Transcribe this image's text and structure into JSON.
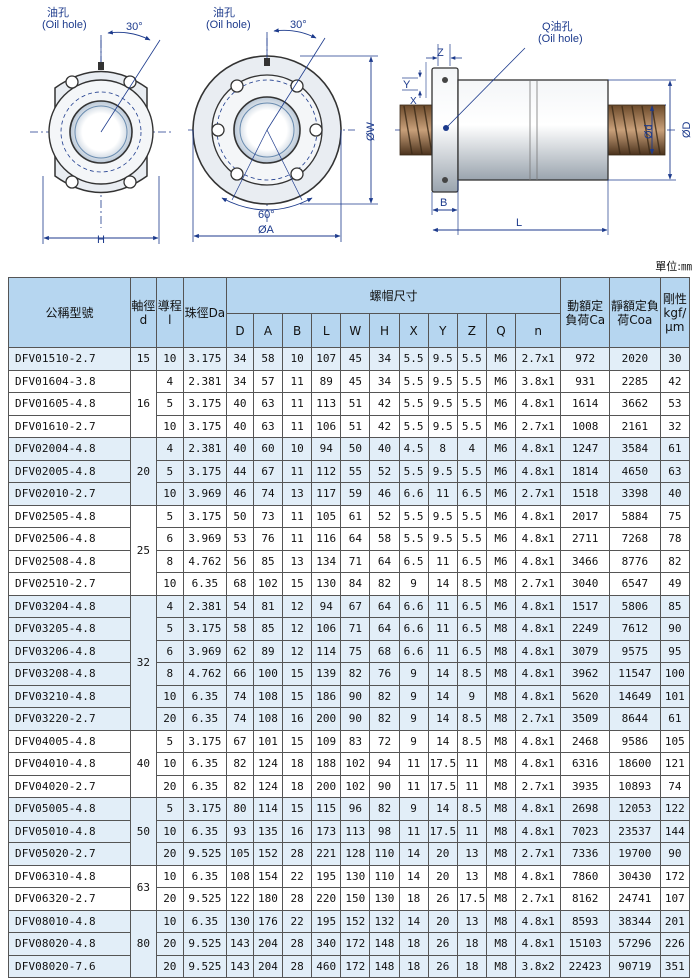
{
  "drawings": {
    "oil_hole_label_1": "油孔",
    "oil_hole_sub_1": "(Oil hole)",
    "oil_hole_label_2": "油孔",
    "oil_hole_sub_2": "(Oil hole)",
    "oil_hole_label_3": "Q油孔",
    "oil_hole_sub_3": "(Oil hole)",
    "angle_1": "30°",
    "angle_2": "30°",
    "angle_3": "60°",
    "dim_H": "H",
    "dim_A": "ØA",
    "dim_W": "ØW",
    "dim_Z": "Z",
    "dim_Y": "Y",
    "dim_X": "X",
    "dim_B": "B",
    "dim_L": "L",
    "dim_d": "Ød",
    "dim_D": "ØD",
    "line_color": "#1c3a8c"
  },
  "unit_label": "單位:㎜",
  "table": {
    "headers": {
      "model": "公稱型號",
      "shaft": "軸徑d",
      "lead": "導程l",
      "ball": "珠徑Da",
      "nut_dims": "螺帽尺寸",
      "dynamic": "動額定負荷Ca",
      "static": "靜額定負荷Coa",
      "rigidity": "剛性kgf/μm",
      "sub": [
        "D",
        "A",
        "B",
        "L",
        "W",
        "H",
        "X",
        "Y",
        "Z",
        "Q",
        "n"
      ]
    },
    "header_color": "#b6d6f0",
    "shade_color": "#e2eef8",
    "rows": [
      [
        "DFV01510-2.7",
        "15",
        "10",
        "3.175",
        "34",
        "58",
        "10",
        "107",
        "45",
        "34",
        "5.5",
        "9.5",
        "5.5",
        "M6",
        "2.7x1",
        "972",
        "2020",
        "30"
      ],
      [
        "DFV01604-3.8",
        "16",
        "4",
        "2.381",
        "34",
        "57",
        "11",
        "89",
        "45",
        "34",
        "5.5",
        "9.5",
        "5.5",
        "M6",
        "3.8x1",
        "931",
        "2285",
        "42"
      ],
      [
        "DFV01605-4.8",
        "",
        "5",
        "3.175",
        "40",
        "63",
        "11",
        "113",
        "51",
        "42",
        "5.5",
        "9.5",
        "5.5",
        "M6",
        "4.8x1",
        "1614",
        "3662",
        "53"
      ],
      [
        "DFV01610-2.7",
        "",
        "10",
        "3.175",
        "40",
        "63",
        "11",
        "106",
        "51",
        "42",
        "5.5",
        "9.5",
        "5.5",
        "M6",
        "2.7x1",
        "1008",
        "2161",
        "32"
      ],
      [
        "DFV02004-4.8",
        "20",
        "4",
        "2.381",
        "40",
        "60",
        "10",
        "94",
        "50",
        "40",
        "4.5",
        "8",
        "4",
        "M6",
        "4.8x1",
        "1247",
        "3584",
        "61"
      ],
      [
        "DFV02005-4.8",
        "",
        "5",
        "3.175",
        "44",
        "67",
        "11",
        "112",
        "55",
        "52",
        "5.5",
        "9.5",
        "5.5",
        "M6",
        "4.8x1",
        "1814",
        "4650",
        "63"
      ],
      [
        "DFV02010-2.7",
        "",
        "10",
        "3.969",
        "46",
        "74",
        "13",
        "117",
        "59",
        "46",
        "6.6",
        "11",
        "6.5",
        "M6",
        "2.7x1",
        "1518",
        "3398",
        "40"
      ],
      [
        "DFV02505-4.8",
        "25",
        "5",
        "3.175",
        "50",
        "73",
        "11",
        "105",
        "61",
        "52",
        "5.5",
        "9.5",
        "5.5",
        "M6",
        "4.8x1",
        "2017",
        "5884",
        "75"
      ],
      [
        "DFV02506-4.8",
        "",
        "6",
        "3.969",
        "53",
        "76",
        "11",
        "116",
        "64",
        "58",
        "5.5",
        "9.5",
        "5.5",
        "M6",
        "4.8x1",
        "2711",
        "7268",
        "78"
      ],
      [
        "DFV02508-4.8",
        "",
        "8",
        "4.762",
        "56",
        "85",
        "13",
        "134",
        "71",
        "64",
        "6.5",
        "11",
        "6.5",
        "M6",
        "4.8x1",
        "3466",
        "8776",
        "82"
      ],
      [
        "DFV02510-2.7",
        "",
        "10",
        "6.35",
        "68",
        "102",
        "15",
        "130",
        "84",
        "82",
        "9",
        "14",
        "8.5",
        "M8",
        "2.7x1",
        "3040",
        "6547",
        "49"
      ],
      [
        "DFV03204-4.8",
        "32",
        "4",
        "2.381",
        "54",
        "81",
        "12",
        "94",
        "67",
        "64",
        "6.6",
        "11",
        "6.5",
        "M6",
        "4.8x1",
        "1517",
        "5806",
        "85"
      ],
      [
        "DFV03205-4.8",
        "",
        "5",
        "3.175",
        "58",
        "85",
        "12",
        "106",
        "71",
        "64",
        "6.6",
        "11",
        "6.5",
        "M8",
        "4.8x1",
        "2249",
        "7612",
        "90"
      ],
      [
        "DFV03206-4.8",
        "",
        "6",
        "3.969",
        "62",
        "89",
        "12",
        "114",
        "75",
        "68",
        "6.6",
        "11",
        "6.5",
        "M8",
        "4.8x1",
        "3079",
        "9575",
        "95"
      ],
      [
        "DFV03208-4.8",
        "",
        "8",
        "4.762",
        "66",
        "100",
        "15",
        "139",
        "82",
        "76",
        "9",
        "14",
        "8.5",
        "M8",
        "4.8x1",
        "3962",
        "11547",
        "100"
      ],
      [
        "DFV03210-4.8",
        "",
        "10",
        "6.35",
        "74",
        "108",
        "15",
        "186",
        "90",
        "82",
        "9",
        "14",
        "9",
        "M8",
        "4.8x1",
        "5620",
        "14649",
        "101"
      ],
      [
        "DFV03220-2.7",
        "",
        "20",
        "6.35",
        "74",
        "108",
        "16",
        "200",
        "90",
        "82",
        "9",
        "14",
        "8.5",
        "M8",
        "2.7x1",
        "3509",
        "8644",
        "61"
      ],
      [
        "DFV04005-4.8",
        "40",
        "5",
        "3.175",
        "67",
        "101",
        "15",
        "109",
        "83",
        "72",
        "9",
        "14",
        "8.5",
        "M8",
        "4.8x1",
        "2468",
        "9586",
        "105"
      ],
      [
        "DFV04010-4.8",
        "",
        "10",
        "6.35",
        "82",
        "124",
        "18",
        "188",
        "102",
        "94",
        "11",
        "17.5",
        "11",
        "M8",
        "4.8x1",
        "6316",
        "18600",
        "121"
      ],
      [
        "DFV04020-2.7",
        "",
        "20",
        "6.35",
        "82",
        "124",
        "18",
        "200",
        "102",
        "90",
        "11",
        "17.5",
        "11",
        "M8",
        "2.7x1",
        "3935",
        "10893",
        "74"
      ],
      [
        "DFV05005-4.8",
        "50",
        "5",
        "3.175",
        "80",
        "114",
        "15",
        "115",
        "96",
        "82",
        "9",
        "14",
        "8.5",
        "M8",
        "4.8x1",
        "2698",
        "12053",
        "122"
      ],
      [
        "DFV05010-4.8",
        "",
        "10",
        "6.35",
        "93",
        "135",
        "16",
        "173",
        "113",
        "98",
        "11",
        "17.5",
        "11",
        "M8",
        "4.8x1",
        "7023",
        "23537",
        "144"
      ],
      [
        "DFV05020-2.7",
        "",
        "20",
        "9.525",
        "105",
        "152",
        "28",
        "221",
        "128",
        "110",
        "14",
        "20",
        "13",
        "M8",
        "2.7x1",
        "7336",
        "19700",
        "90"
      ],
      [
        "DFV06310-4.8",
        "63",
        "10",
        "6.35",
        "108",
        "154",
        "22",
        "195",
        "130",
        "110",
        "14",
        "20",
        "13",
        "M8",
        "4.8x1",
        "7860",
        "30430",
        "172"
      ],
      [
        "DFV06320-2.7",
        "",
        "20",
        "9.525",
        "122",
        "180",
        "28",
        "220",
        "150",
        "130",
        "18",
        "26",
        "17.5",
        "M8",
        "2.7x1",
        "8162",
        "24741",
        "107"
      ],
      [
        "DFV08010-4.8",
        "80",
        "10",
        "6.35",
        "130",
        "176",
        "22",
        "195",
        "152",
        "132",
        "14",
        "20",
        "13",
        "M8",
        "4.8x1",
        "8593",
        "38344",
        "201"
      ],
      [
        "DFV08020-4.8",
        "",
        "20",
        "9.525",
        "143",
        "204",
        "28",
        "340",
        "172",
        "148",
        "18",
        "26",
        "18",
        "M8",
        "4.8x1",
        "15103",
        "57296",
        "226"
      ],
      [
        "DFV08020-7.6",
        "",
        "20",
        "9.525",
        "143",
        "204",
        "28",
        "460",
        "172",
        "148",
        "18",
        "26",
        "18",
        "M8",
        "3.8x2",
        "22423",
        "90719",
        "351"
      ]
    ],
    "groups": [
      {
        "start": 0,
        "span": 1,
        "shade": true
      },
      {
        "start": 1,
        "span": 3,
        "shade": false
      },
      {
        "start": 4,
        "span": 3,
        "shade": true
      },
      {
        "start": 7,
        "span": 4,
        "shade": false
      },
      {
        "start": 11,
        "span": 6,
        "shade": true
      },
      {
        "start": 17,
        "span": 3,
        "shade": false
      },
      {
        "start": 20,
        "span": 3,
        "shade": true
      },
      {
        "start": 23,
        "span": 2,
        "shade": false
      },
      {
        "start": 25,
        "span": 3,
        "shade": true
      }
    ]
  }
}
